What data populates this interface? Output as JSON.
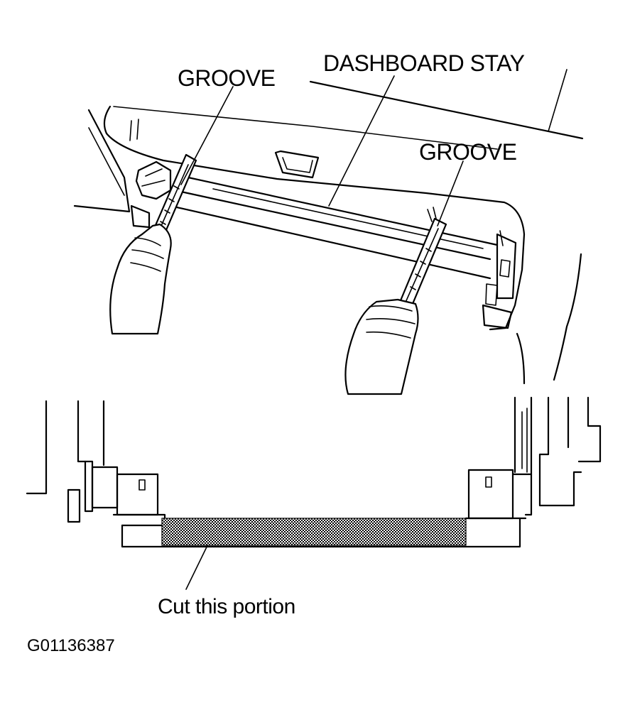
{
  "labels": {
    "groove_left": "GROOVE",
    "dashboard_stay": "DASHBOARD STAY",
    "groove_right": "GROOVE",
    "cut_portion": "Cut this portion",
    "figure_code": "G01136387"
  }
}
